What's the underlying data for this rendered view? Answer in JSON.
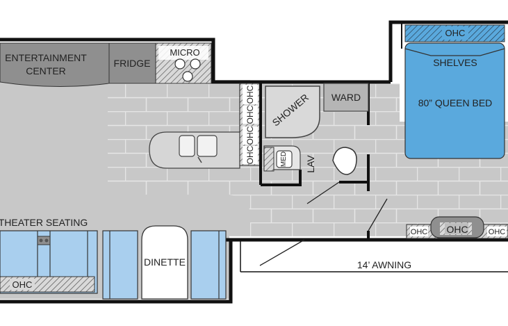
{
  "labels": {
    "entertainment_line1": "ENTERTAINMENT",
    "entertainment_line2": "CENTER",
    "fridge": "FRIDGE",
    "micro": "MICRO",
    "shower": "SHOWER",
    "ward": "WARD",
    "shelves": "SHELVES",
    "ohc_top": "OHC",
    "queen_bed": "80” QUEEN BED",
    "ohc_stack_1": "OHC",
    "ohc_stack_2": "OHC",
    "ohc_stack_3": "OHC",
    "ohc_stack_4": "OHC",
    "med": "MED",
    "lav": "LAV",
    "theater_seating": "THEATER SEATING",
    "ohc_sofa": "OHC",
    "dinette": "DINETTE",
    "ohc_bottom_left": "OHC",
    "ohc_bottom_center": "OHC",
    "ohc_bottom_right": "OHC",
    "awning": "14’ AWNING"
  },
  "colors": {
    "floor": "#c8c8c8",
    "tile_line": "#e6e6e6",
    "furniture": "#8f8f8f",
    "counter": "#d6d6d6",
    "seating_blue": "#a9cfee",
    "bed_blue": "#5aa9dd",
    "wall": "#111111"
  }
}
